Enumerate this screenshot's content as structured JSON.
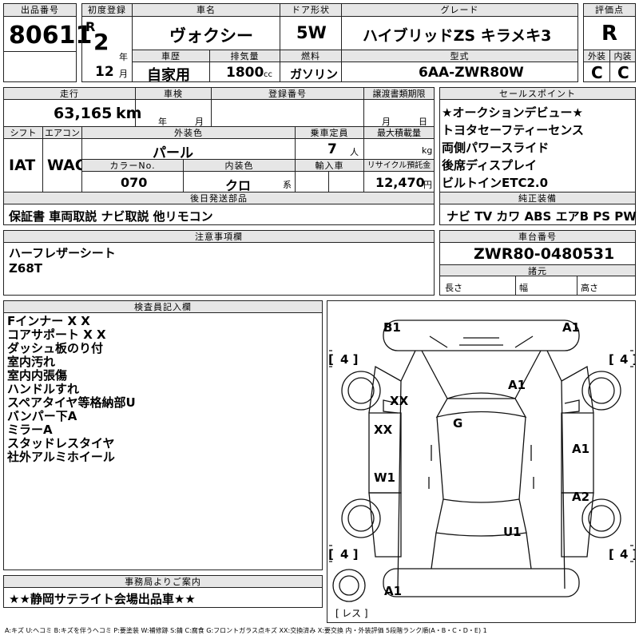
{
  "header": {
    "lot_label": "出品番号",
    "lot_value": "80611",
    "first_reg_label": "初度登録",
    "era": "R",
    "year": "2",
    "year_unit": "年",
    "month": "12",
    "month_unit": "月",
    "car_name_label": "車名",
    "car_name": "ヴォクシー",
    "door_label": "ドア形状",
    "door": "5W",
    "grade_label": "グレード",
    "grade": "ハイブリッドZS キラメキ3",
    "rating_label": "評価点",
    "rating": "R",
    "history_label": "車歴",
    "history": "自家用",
    "disp_label": "排気量",
    "disp": "1800",
    "disp_unit": "cc",
    "fuel_label": "燃料",
    "fuel": "ガソリン",
    "model_label": "型式",
    "model": "6AA-ZWR80W",
    "ext_label": "外装",
    "ext": "C",
    "int_label": "内装",
    "int": "C"
  },
  "spec": {
    "mileage_label": "走行",
    "mileage": "63,165",
    "mileage_unit": "km",
    "inspection_label": "車検",
    "insp_year": "年",
    "insp_month": "月",
    "regno_label": "登録番号",
    "transfer_label": "譲渡書類期限",
    "transfer_month": "月",
    "transfer_day": "日",
    "shift_label": "シフト",
    "shift": "IAT",
    "ac_label": "エアコン",
    "ac": "WAC",
    "color_label": "外装色",
    "color": "パール",
    "capacity_label": "乗車定員",
    "capacity": "7",
    "capacity_unit": "人",
    "load_label": "最大積載量",
    "load_unit": "kg",
    "colorno_label": "カラーNo.",
    "colorno": "070",
    "intcolor_label": "内装色",
    "intcolor": "クロ",
    "intcolor_unit": "系",
    "import_label": "輸入車",
    "recycle_label": "リサイクル預託金",
    "recycle": "12,470",
    "recycle_unit": "円",
    "later_label": "後日発送部品",
    "later": "保証書 車両取説 ナビ取説 他リモコン"
  },
  "sales": {
    "label": "セールスポイント",
    "items": [
      "★オークションデビュー★",
      "トヨタセーフティーセンス",
      "両側パワースライド",
      "後席ディスプレイ",
      "ビルトインETC2.0"
    ]
  },
  "equip": {
    "label": "純正装備",
    "value": "ナビ TV カワ ABS エアB PS PW"
  },
  "caution": {
    "label": "注意事項欄",
    "lines": [
      "ハーフレザーシート",
      "Z68T"
    ]
  },
  "chassis": {
    "label": "車台番号",
    "value": "ZWR80-0480531"
  },
  "dims": {
    "label": "諸元",
    "len": "長さ",
    "wid": "幅",
    "hgt": "高さ"
  },
  "inspector": {
    "label": "検査員記入欄",
    "items": [
      "Fインナー X X",
      "コアサポート X X",
      "ダッシュ板のり付",
      "室内汚れ",
      "室内内張傷",
      "ハンドルすれ",
      "スペアタイヤ等格納部U",
      "バンパー下A",
      "ミラーA",
      "スタッドレスタイヤ",
      "社外アルミホイール"
    ]
  },
  "diagram": {
    "marks": [
      "B1",
      "A1",
      "A1",
      "XX",
      "XX",
      "G",
      "A1",
      "W1",
      "A2",
      "U1",
      "A1"
    ],
    "tires": [
      "4",
      "4",
      "4",
      "4"
    ],
    "spare": "レス"
  },
  "office": {
    "label": "事務局よりご案内",
    "value": "★★静岡サテライト会場出品車★★"
  },
  "legend": "A:キズ U:ヘコミ B:キズを伴うヘコミ P:要塗装 W:補修跡 S:錆 C:腐食 G:フロントガラス点キズ XX:交換済み X:要交換 内・外装評価 5段階ランク順(A・B・C・D・E) 1"
}
